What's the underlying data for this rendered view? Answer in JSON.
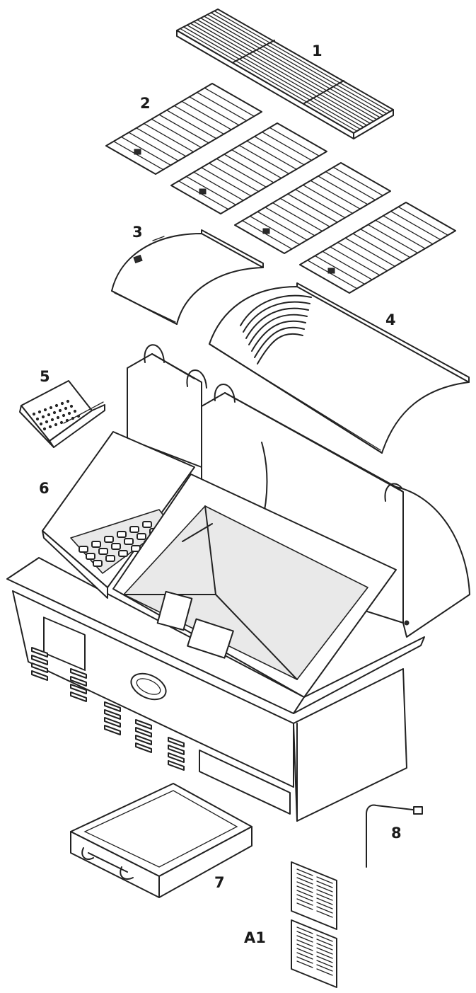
{
  "diagram": {
    "callouts": {
      "c1": "1",
      "c2": "2",
      "c3": "3",
      "c4": "4",
      "c5": "5",
      "c6": "6",
      "c7": "7",
      "c8": "8",
      "cA1": "A1"
    },
    "parts": [
      {
        "id": "grate-upper-rack",
        "callout": "1"
      },
      {
        "id": "cooking-grates",
        "callout": "2",
        "count": 4
      },
      {
        "id": "small-hood",
        "callout": "3"
      },
      {
        "id": "large-hood",
        "callout": "4"
      },
      {
        "id": "smoker-box",
        "callout": "5"
      },
      {
        "id": "side-firebox",
        "callout": "6"
      },
      {
        "id": "drip-tray",
        "callout": "7"
      },
      {
        "id": "probe-rod",
        "callout": "8"
      },
      {
        "id": "vent-panels",
        "callout": "A1",
        "count": 2
      }
    ],
    "line_color": "#222222",
    "background_color": "#ffffff"
  }
}
